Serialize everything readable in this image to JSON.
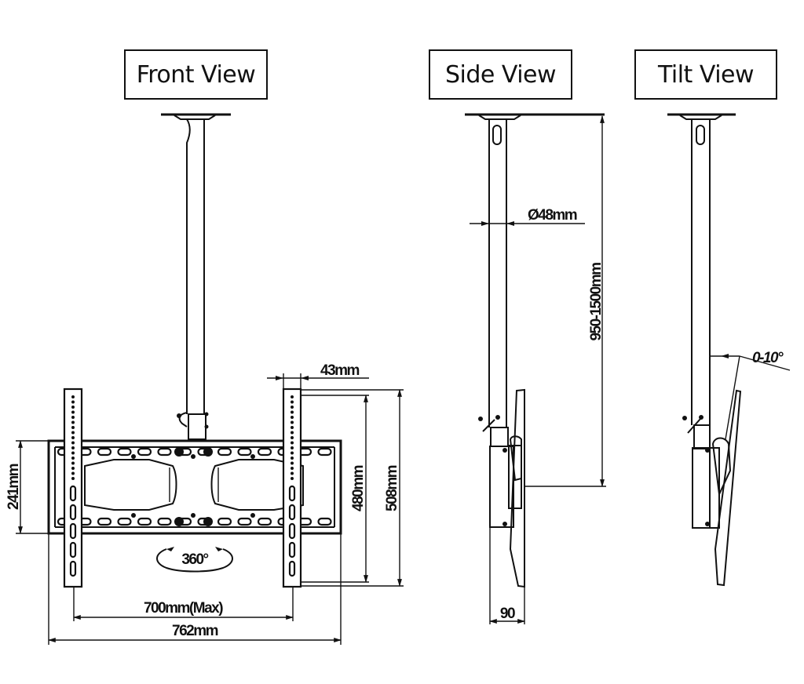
{
  "diagram": {
    "subject": "TV ceiling mount",
    "views": [
      {
        "id": "front",
        "title": "Front View"
      },
      {
        "id": "side",
        "title": "Side View"
      },
      {
        "id": "tilt",
        "title": "Tilt View"
      }
    ],
    "dimensions": {
      "arm_width": "43mm",
      "bracket_height_inner": "480mm",
      "bracket_height_outer": "508mm",
      "plate_height": "241mm",
      "arm_spacing": "700mm(Max)",
      "plate_width": "762mm",
      "rotation": "360°",
      "pole_diameter": "Ø48mm",
      "pole_length": "950-1500mm",
      "depth": "90",
      "tilt_range": "0-10°"
    }
  }
}
